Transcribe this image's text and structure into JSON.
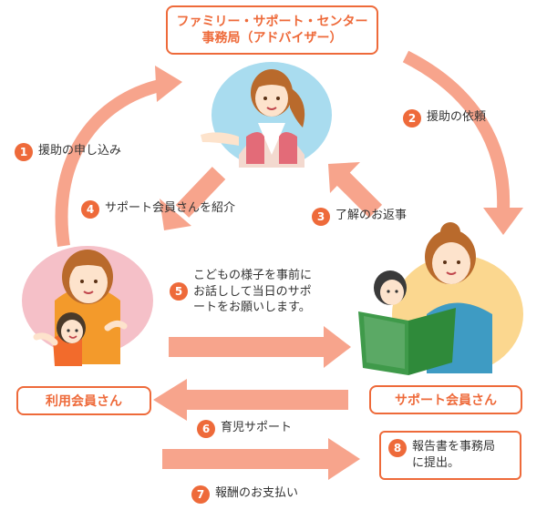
{
  "center": {
    "line1": "ファミリー・サポート・センター",
    "line2": "事務局（アドバイザー）"
  },
  "parties": {
    "user_member": "利用会員さん",
    "support_member": "サポート会員さん"
  },
  "steps": [
    {
      "num": "1",
      "text": "援助の申し込み"
    },
    {
      "num": "2",
      "text": "援助の依頼"
    },
    {
      "num": "3",
      "text": "了解のお返事"
    },
    {
      "num": "4",
      "text": "サポート会員さんを紹介"
    },
    {
      "num": "5",
      "text": "こどもの様子を事前に\nお話しして当日のサポ\nートをお願いします。"
    },
    {
      "num": "6",
      "text": "育児サポート"
    },
    {
      "num": "7",
      "text": "報酬のお支払い"
    },
    {
      "num": "8",
      "text": "報告書を事務局\nに提出。"
    }
  ],
  "colors": {
    "accent": "#ee6a3a",
    "arrow": "#f7a48c",
    "circle_blue": "#a9dcef",
    "circle_pink": "#f5c0c8",
    "circle_yellow": "#fbd78f"
  }
}
